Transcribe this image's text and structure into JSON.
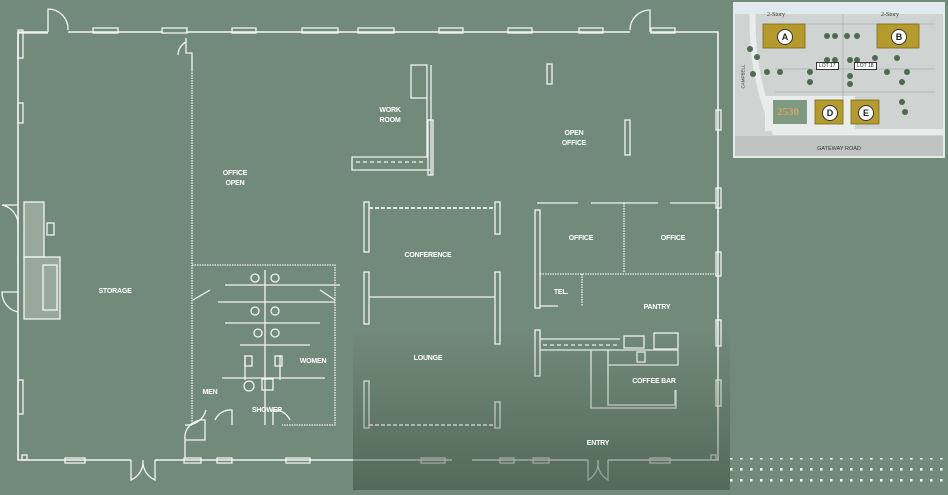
{
  "floorplan": {
    "background_color": "#728a79",
    "line_color": "#f2f4f2",
    "rooms": [
      {
        "id": "storage",
        "label": "STORAGE"
      },
      {
        "id": "office-open",
        "label_line1": "OFFICE",
        "label_line2": "OPEN"
      },
      {
        "id": "work-room",
        "label_line1": "WORK",
        "label_line2": "ROOM"
      },
      {
        "id": "open-office",
        "label_line1": "OPEN",
        "label_line2": "OFFICE"
      },
      {
        "id": "conference",
        "label": "CONFERENCE"
      },
      {
        "id": "lounge",
        "label": "LOUNGE"
      },
      {
        "id": "office-1",
        "label": "OFFICE"
      },
      {
        "id": "office-2",
        "label": "OFFICE"
      },
      {
        "id": "tel",
        "label": "TEL."
      },
      {
        "id": "pantry",
        "label": "PANTRY"
      },
      {
        "id": "coffee-bar",
        "label": "COFFEE BAR"
      },
      {
        "id": "women",
        "label": "WOMEN"
      },
      {
        "id": "men",
        "label": "MEN"
      },
      {
        "id": "shower",
        "label": "SHOWER"
      },
      {
        "id": "entry",
        "label": "ENTRY"
      }
    ]
  },
  "site_map": {
    "buildings": [
      {
        "letter": "A",
        "note": "2-Story"
      },
      {
        "letter": "B",
        "note": "2-Story"
      },
      {
        "letter": "D"
      },
      {
        "letter": "E"
      }
    ],
    "highlight_label": "2530",
    "lots": [
      "LOT 17",
      "LOT 18"
    ],
    "road": "GATEWAY ROAD",
    "side_road": "CAMPBELL"
  }
}
